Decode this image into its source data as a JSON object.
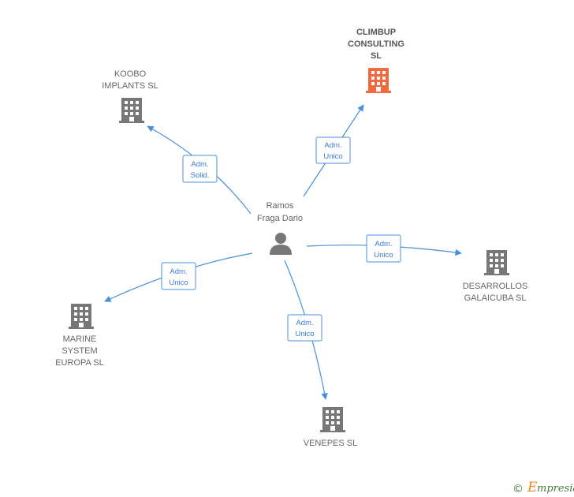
{
  "person": {
    "label_lines": [
      "Ramos",
      "Fraga Dario"
    ],
    "icon": "person-icon"
  },
  "companies": [
    {
      "id": "climbup",
      "label_lines": [
        "CLIMBUP",
        "CONSULTING",
        "SL"
      ],
      "highlight": true,
      "role_lines": [
        "Adm.",
        "Unico"
      ]
    },
    {
      "id": "koobo",
      "label_lines": [
        "KOOBO",
        "IMPLANTS  SL"
      ],
      "highlight": false,
      "role_lines": [
        "Adm.",
        "Solid."
      ]
    },
    {
      "id": "desarrollos",
      "label_lines": [
        "DESARROLLOS",
        "GALAICUBA SL"
      ],
      "highlight": false,
      "role_lines": [
        "Adm.",
        "Unico"
      ]
    },
    {
      "id": "marine",
      "label_lines": [
        "MARINE",
        "SYSTEM",
        "EUROPA SL"
      ],
      "highlight": false,
      "role_lines": [
        "Adm.",
        "Unico"
      ]
    },
    {
      "id": "venepes",
      "label_lines": [
        "VENEPES  SL"
      ],
      "highlight": false,
      "role_lines": [
        "Adm.",
        "Unico"
      ]
    }
  ],
  "colors": {
    "edge": "#4a8fdb",
    "building": "#777777",
    "building_highlight": "#f26a3d",
    "person": "#777777"
  },
  "footer": {
    "copyright_symbol": "©",
    "brand_first": "E",
    "brand_rest": "mpresia"
  }
}
